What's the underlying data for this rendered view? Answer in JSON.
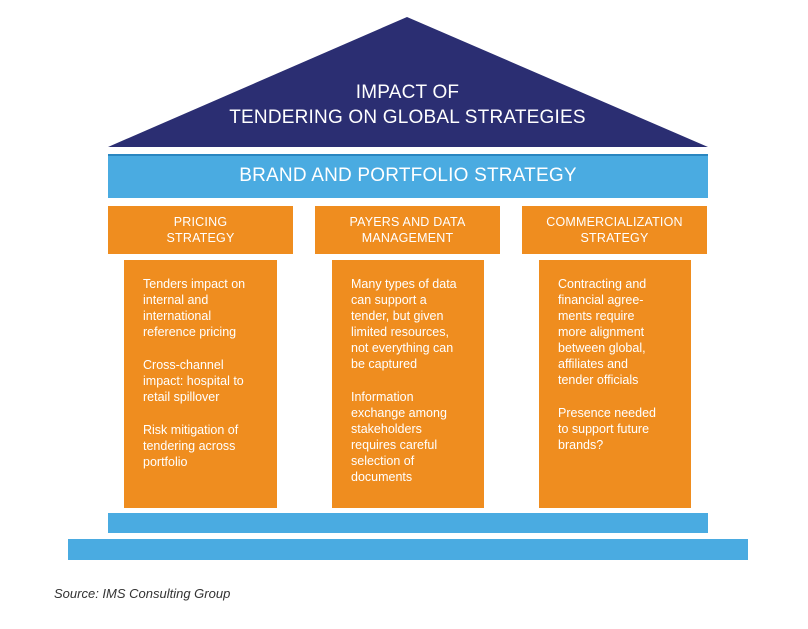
{
  "roof": {
    "title_line1": "IMPACT OF",
    "title_line2": "TENDERING ON GLOBAL STRATEGIES",
    "color": "#2b2e72"
  },
  "band": {
    "title": "BRAND AND PORTFOLIO STRATEGY",
    "color": "#4aabe1"
  },
  "pillars": [
    {
      "cap_line1": "PRICING",
      "cap_line2": "STRATEGY",
      "items": [
        "Tenders impact on\ninternal and\ninternational\nreference pricing",
        "Cross-channel\nimpact: hospital to\nretail spillover",
        "Risk mitigation of\ntendering across\nportfolio"
      ]
    },
    {
      "cap_line1": "PAYERS AND DATA",
      "cap_line2": "MANAGEMENT",
      "items": [
        "Many types of data\ncan support a\ntender, but given\nlimited resources,\nnot everything can\nbe captured",
        "Information\nexchange among\nstakeholders\nrequires careful\nselection of\ndocuments"
      ]
    },
    {
      "cap_line1": "COMMERCIALIZATION",
      "cap_line2": "STRATEGY",
      "items": [
        "Contracting and\nfinancial agree-\nments require\nmore alignment\nbetween global,\naffiliates and\ntender officials",
        "Presence needed\nto support future\nbrands?"
      ]
    }
  ],
  "pillar_color": "#ef8d1f",
  "source": "Source: IMS Consulting Group"
}
